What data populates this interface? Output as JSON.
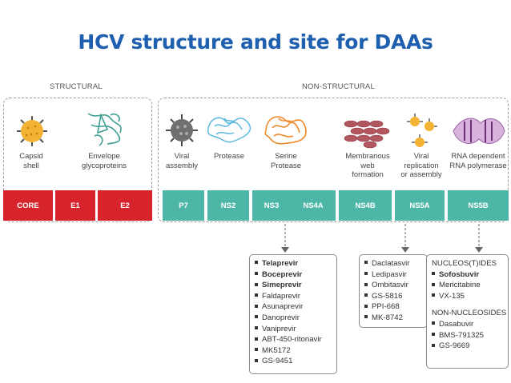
{
  "title": "HCV structure and site for DAAs",
  "sections": {
    "structural": "STRUCTURAL",
    "non_structural": "NON-STRUCTURAL"
  },
  "components": {
    "capsid": "Capsid\nshell",
    "envelope": "Envelope\nglycoproteins",
    "viral_assembly": "Viral\nassembly",
    "protease": "Protease",
    "serine_protease": "Serine\nProtease",
    "membranous": "Membranous\nweb\nformation",
    "viral_replication": "Viral\nreplication\nor assembly",
    "rna_polymerase": "RNA dependent\nRNA polymerase"
  },
  "genome": {
    "core": "CORE",
    "e1": "E1",
    "e2": "E2",
    "p7": "P7",
    "ns2": "NS2",
    "ns3": "NS3",
    "ns4a": "NS4A",
    "ns4b": "NS4B",
    "ns5a": "NS5A",
    "ns5b": "NS5B"
  },
  "colors": {
    "title": "#1f5fb0",
    "structural": "#d7232c",
    "non_structural": "#4db6a6"
  },
  "ns3_drugs": [
    {
      "name": "Telaprevir",
      "bold": true
    },
    {
      "name": "Boceprevir",
      "bold": true
    },
    {
      "name": "Simeprevir",
      "bold": true
    },
    {
      "name": "Faldaprevir",
      "bold": false
    },
    {
      "name": "Asunaprevir",
      "bold": false
    },
    {
      "name": "Danoprevir",
      "bold": false
    },
    {
      "name": "Vaniprevir",
      "bold": false
    },
    {
      "name": "ABT-450-ritonavir",
      "bold": false
    },
    {
      "name": "MK5172",
      "bold": false
    },
    {
      "name": "GS-9451",
      "bold": false
    }
  ],
  "ns5a_drugs": [
    {
      "name": "Daclatasvir",
      "bold": false
    },
    {
      "name": "Ledipasvir",
      "bold": false
    },
    {
      "name": "Ombitasvir",
      "bold": false
    },
    {
      "name": "GS-5816",
      "bold": false
    },
    {
      "name": "PPI-668",
      "bold": false
    },
    {
      "name": "MK-8742",
      "bold": false
    }
  ],
  "ns5b": {
    "nucleos_head": "NUCLEOS(T)IDES",
    "nucleos": [
      {
        "name": "Sofosbuvir",
        "bold": true
      },
      {
        "name": "Mericitabine",
        "bold": false
      },
      {
        "name": "VX-135",
        "bold": false
      }
    ],
    "non_nucleos_head": "NON-NUCLEOSIDES",
    "non_nucleos": [
      {
        "name": "Dasabuvir",
        "bold": false
      },
      {
        "name": "BMS-791325",
        "bold": false
      },
      {
        "name": "GS-9669",
        "bold": false
      }
    ]
  }
}
